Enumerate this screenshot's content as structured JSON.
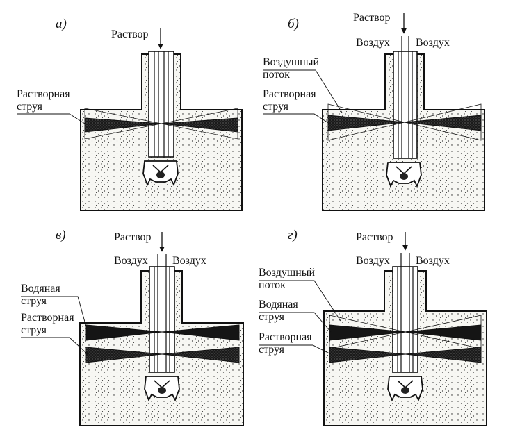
{
  "colors": {
    "ink": "#111111",
    "soil": "#f7f7f3",
    "jet_dark": "#1a1a1a",
    "background": "#ffffff"
  },
  "panels": {
    "a": {
      "letter": "а)",
      "solution_label": "Раствор",
      "solution_jet_label": "Растворная\nструя"
    },
    "b": {
      "letter": "б)",
      "solution_label": "Раствор",
      "air_left_label": "Воздух",
      "air_right_label": "Воздух",
      "air_flow_label": "Воздушный\nпоток",
      "solution_jet_label": "Растворная\nструя"
    },
    "v": {
      "letter": "в)",
      "solution_label": "Раствор",
      "air_left_label": "Воздух",
      "air_right_label": "Воздух",
      "water_jet_label": "Водяная\nструя",
      "solution_jet_label": "Растворная\nструя"
    },
    "g": {
      "letter": "г)",
      "solution_label": "Раствор",
      "air_left_label": "Воздух",
      "air_right_label": "Воздух",
      "air_flow_label": "Воздушный\nпоток",
      "water_jet_label": "Водяная\nструя",
      "solution_jet_label": "Растворная\nструя"
    }
  }
}
